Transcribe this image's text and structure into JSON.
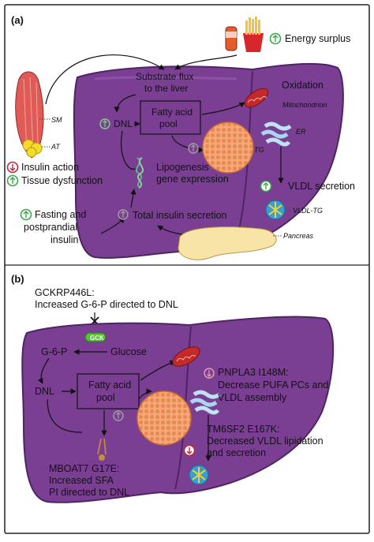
{
  "panel_a": {
    "label": "(a)",
    "energy_surplus": "Energy surplus",
    "substrate_flux": [
      "Substrate flux",
      "to the liver"
    ],
    "oxidation": "Oxidation",
    "mitochondrion": "Mitochondrion",
    "dnl": "DNL",
    "fatty_acid_pool": [
      "Fatty acid",
      "pool"
    ],
    "sm": "SM",
    "at": "AT",
    "er": "ER",
    "tg": "TG",
    "insulin_action": "Insulin action",
    "tissue_dysfunction": "Tissue dysfunction",
    "lipogenesis": [
      "Lipogenesis",
      "gene expression"
    ],
    "vldl_secretion": "VLDL secretion",
    "vldl_tg": "VLDL-TG",
    "fasting": [
      "Fasting and",
      "postprandial",
      "insulin"
    ],
    "total_insulin": "Total insulin secretion",
    "pancreas": "Pancreas"
  },
  "panel_b": {
    "label": "(b)",
    "gckr": [
      "GCKRP446L:",
      "Increased G-6-P directed to DNL"
    ],
    "gck": "GCK",
    "g6p": "G-6-P",
    "glucose": "Glucose",
    "dnl": "DNL",
    "fatty_acid_pool": [
      "Fatty acid",
      "pool"
    ],
    "pnpla3": [
      "PNPLA3 I148M:",
      "Decrease PUFA PCs and",
      "VLDL assembly"
    ],
    "tm6sf2": [
      "TM6SF2 E167K:",
      "Decreased VLDL lipidation",
      "and secretion"
    ],
    "mboat7": [
      "MBOAT7 G17E:",
      "Increased SFA",
      "PI directed to DNL"
    ]
  },
  "colors": {
    "liver": "#7a3f93",
    "liver_dark": "#5c2c72",
    "tg_droplet": "#f0a070",
    "mitochondrion": "#c42a2a",
    "increase_icon": "#3aa84a",
    "decrease_icon": "#c0293e",
    "gck_pill": "#5bbf3a"
  },
  "icons": [
    "up-arrow-circle-icon",
    "down-arrow-circle-icon",
    "mitochondrion-icon",
    "er-icon",
    "lipid-droplet-icon",
    "vldl-particle-icon",
    "muscle-icon",
    "adipose-icon",
    "pancreas-icon",
    "dna-icon",
    "drink-icon",
    "fries-icon",
    "block-x-icon"
  ]
}
